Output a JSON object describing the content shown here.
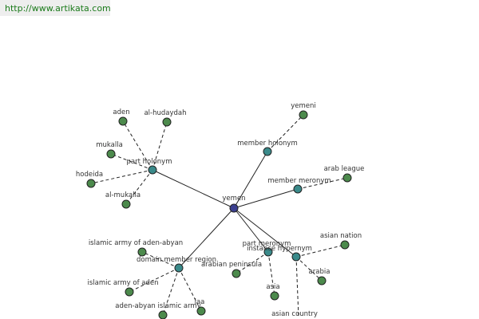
{
  "header": {
    "url": "http://www.artikata.com"
  },
  "graph": {
    "center": {
      "label": "yemen"
    },
    "relations": [
      {
        "id": "part-holonym",
        "label": "part holonym",
        "leaves": [
          "aden",
          "al-hudaydah",
          "mukalla",
          "hodeida",
          "al-mukalla"
        ]
      },
      {
        "id": "member-holonym",
        "label": "member holonym",
        "leaves": [
          "yemeni"
        ]
      },
      {
        "id": "member-meronym",
        "label": "member meronym",
        "leaves": [
          "arab league"
        ]
      },
      {
        "id": "domain-member-region",
        "label": "domain member region",
        "leaves": [
          "islamic army of aden-abyan",
          "islamic army of aden",
          "aden-abyan islamic army",
          "iaa"
        ]
      },
      {
        "id": "part-meronym",
        "label": "part meronym",
        "leaves": [
          "arabian peninsula",
          "asia"
        ]
      },
      {
        "id": "instance-hypernym",
        "label": "instance hypernym",
        "leaves": [
          "asian nation",
          "arabia",
          "asian country"
        ]
      }
    ]
  }
}
